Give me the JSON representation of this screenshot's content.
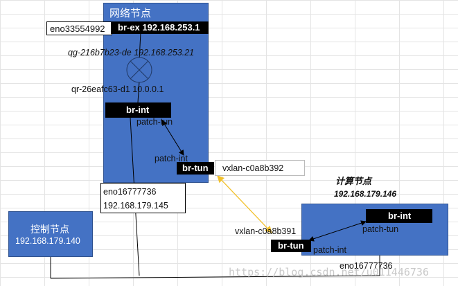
{
  "network_node": {
    "title": "网络节点",
    "br_ex": "br-ex 192.168.253.1",
    "eno_left": "eno33554992",
    "qg": "qg-216b7b23-de 192.168.253.21",
    "qr": "qr-26eafc63-d1  10.0.0.1",
    "br_int": "br-int",
    "patch_tun": "patch-tun",
    "patch_int": "patch-int",
    "br_tun": "br-tun",
    "vxlan": "vxlan-c0a8b392",
    "eno_bottom_name": "eno16777736",
    "eno_bottom_ip": "192.168.179.145"
  },
  "compute_node": {
    "title": "计算节点",
    "ip": "192.168.179.146",
    "br_int": "br-int",
    "patch_tun": "patch-tun",
    "vxlan": "vxlan-c0a8b391",
    "br_tun": "br-tun",
    "patch_int": "patch-int",
    "eno": "eno16777736"
  },
  "control_node": {
    "title": "控制节点",
    "ip": "192.168.179.140"
  },
  "watermark": "https://blog.csdn.net/u011446736",
  "colors": {
    "node_fill": "#4472c4",
    "vxlan_link": "#f2c12e",
    "bridge_fill": "#000000"
  }
}
